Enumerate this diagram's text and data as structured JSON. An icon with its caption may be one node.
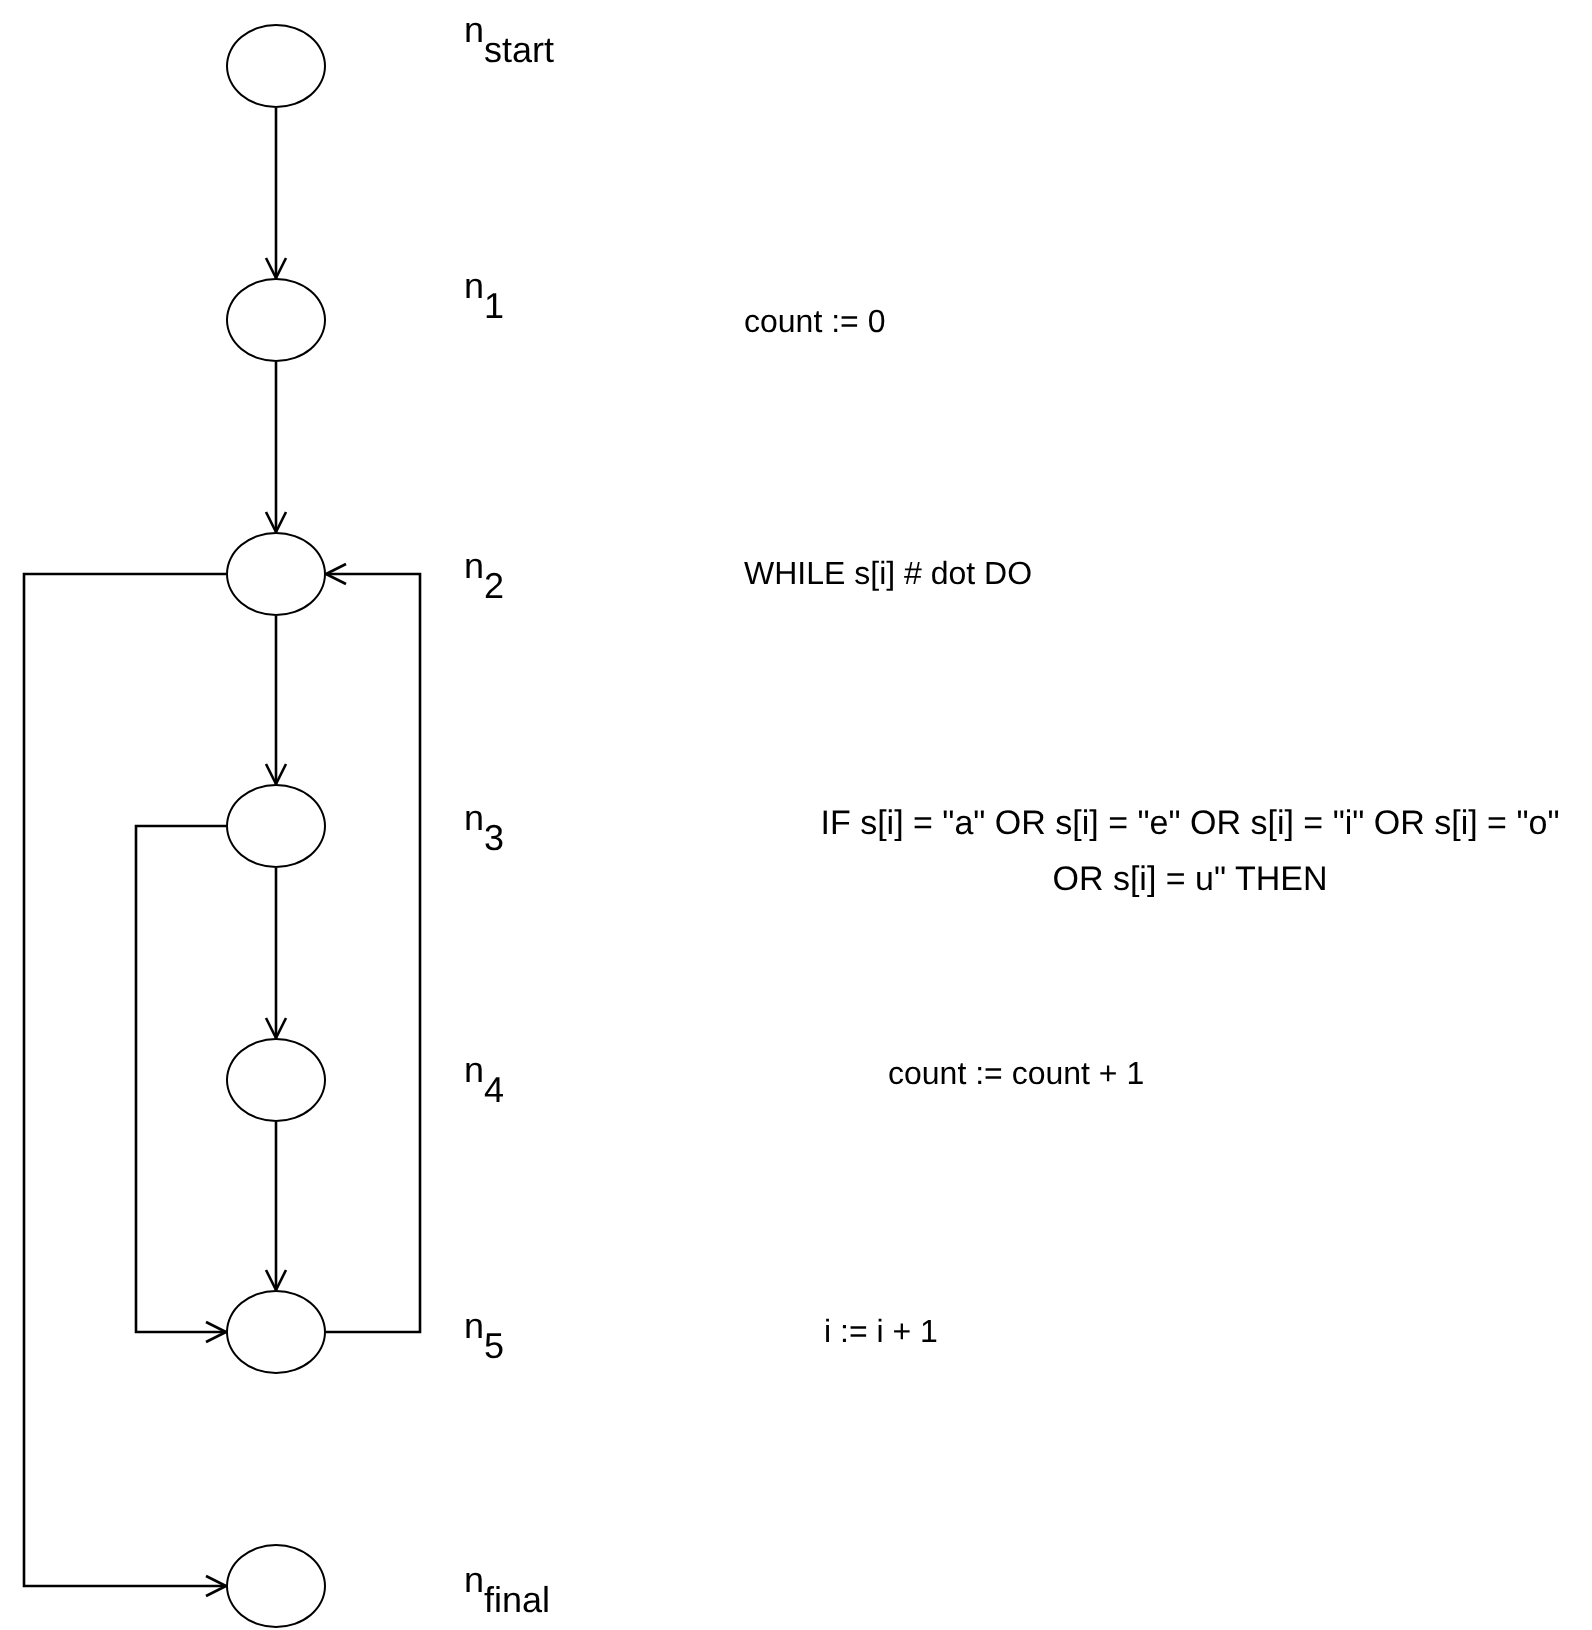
{
  "diagram": {
    "nodes": [
      {
        "text": [],
        "shape": "ellipse",
        "beside": [
          "n$_{start}$"
        ]
      },
      {
        "text": [],
        "shape": "ellipse",
        "beside": [
          "n$_{1}$"
        ]
      },
      {
        "text": [],
        "shape": "ellipse",
        "beside": [
          "n$_{2}$"
        ]
      },
      {
        "text": [],
        "shape": "ellipse",
        "beside": [
          "n$_{3}$"
        ]
      },
      {
        "text": [],
        "shape": "ellipse",
        "beside": [
          "n$_{4}$"
        ]
      },
      {
        "text": [],
        "shape": "ellipse",
        "beside": [
          "n$_{5}$"
        ]
      },
      {
        "text": [],
        "shape": "ellipse",
        "beside": [
          "n$_{final}$"
        ]
      }
    ],
    "edges": [
      {
        "from": 0,
        "to": 1,
        "arrow": "to"
      },
      {
        "from": 1,
        "to": 2,
        "arrow": "to"
      },
      {
        "from": 2,
        "to": 3,
        "arrow": "to"
      },
      {
        "from": 3,
        "to": 4,
        "arrow": "to"
      },
      {
        "from": 4,
        "to": 5,
        "arrow": "to"
      },
      {
        "from": 3,
        "to": 5,
        "arrow": "to"
      },
      {
        "from": 5,
        "to": 2,
        "arrow": "to"
      },
      {
        "from": 2,
        "to": 6,
        "arrow": "to"
      }
    ],
    "labels": [
      "count := 0",
      "WHILE s[i] # dot DO",
      "IF s[i] = \"a\" OR s[i] = \"e\" OR s[i] = \"i\" OR s[i] = \"o\" OR s[i] = u\" THEN",
      "count := count + 1",
      "i := i + 1"
    ]
  }
}
